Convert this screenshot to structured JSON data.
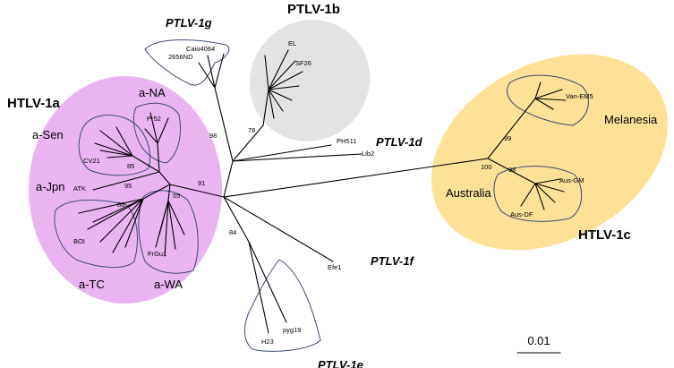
{
  "clades": {
    "htlv1a": "HTLV-1a",
    "ptlv1b": "PTLV-1b",
    "htlv1c": "HTLV-1c",
    "ptlv1d": "PTLV-1d",
    "ptlv1e": "PTLV-1e",
    "ptlv1f": "PTLV-1f",
    "ptlv1g": "PTLV-1g"
  },
  "subgroups": {
    "a_sen": "a-Sen",
    "a_na": "a-NA",
    "a_jpn": "a-Jpn",
    "a_tc": "a-TC",
    "a_wa": "a-WA",
    "melanesia": "Melanesia",
    "australia": "Australia"
  },
  "taxa": {
    "caio4064": "Caio4064",
    "nd2656": "2656ND",
    "el": "EL",
    "sf26": "SF26",
    "ph511": "PH511",
    "lib2": "Lib2",
    "pr52": "Pr52",
    "cv21": "CV21",
    "atk": "ATK",
    "boi": "BOI",
    "frgu1": "FrGu1",
    "efe1": "Efe1",
    "h23": "H23",
    "pyg19": "pyg19",
    "van_em5": "Van-EM5",
    "aus_gm": "Aus-GM",
    "aus_df": "Aus-DF"
  },
  "bootstrap": {
    "b98_g": "98",
    "b78": "78",
    "b85": "85",
    "b95": "95",
    "b91": "91",
    "b86": "86",
    "b55": "55",
    "b84": "84",
    "b99": "99",
    "b100": "100",
    "b98_c": "98"
  },
  "scale": {
    "label": "0.01"
  },
  "colors": {
    "htlv1a_fill": "#e9b5f0",
    "ptlv1b_fill": "#e3e3e3",
    "htlv1c_fill": "#fde196",
    "outline": "#3c4a73",
    "branch": "#000000"
  }
}
